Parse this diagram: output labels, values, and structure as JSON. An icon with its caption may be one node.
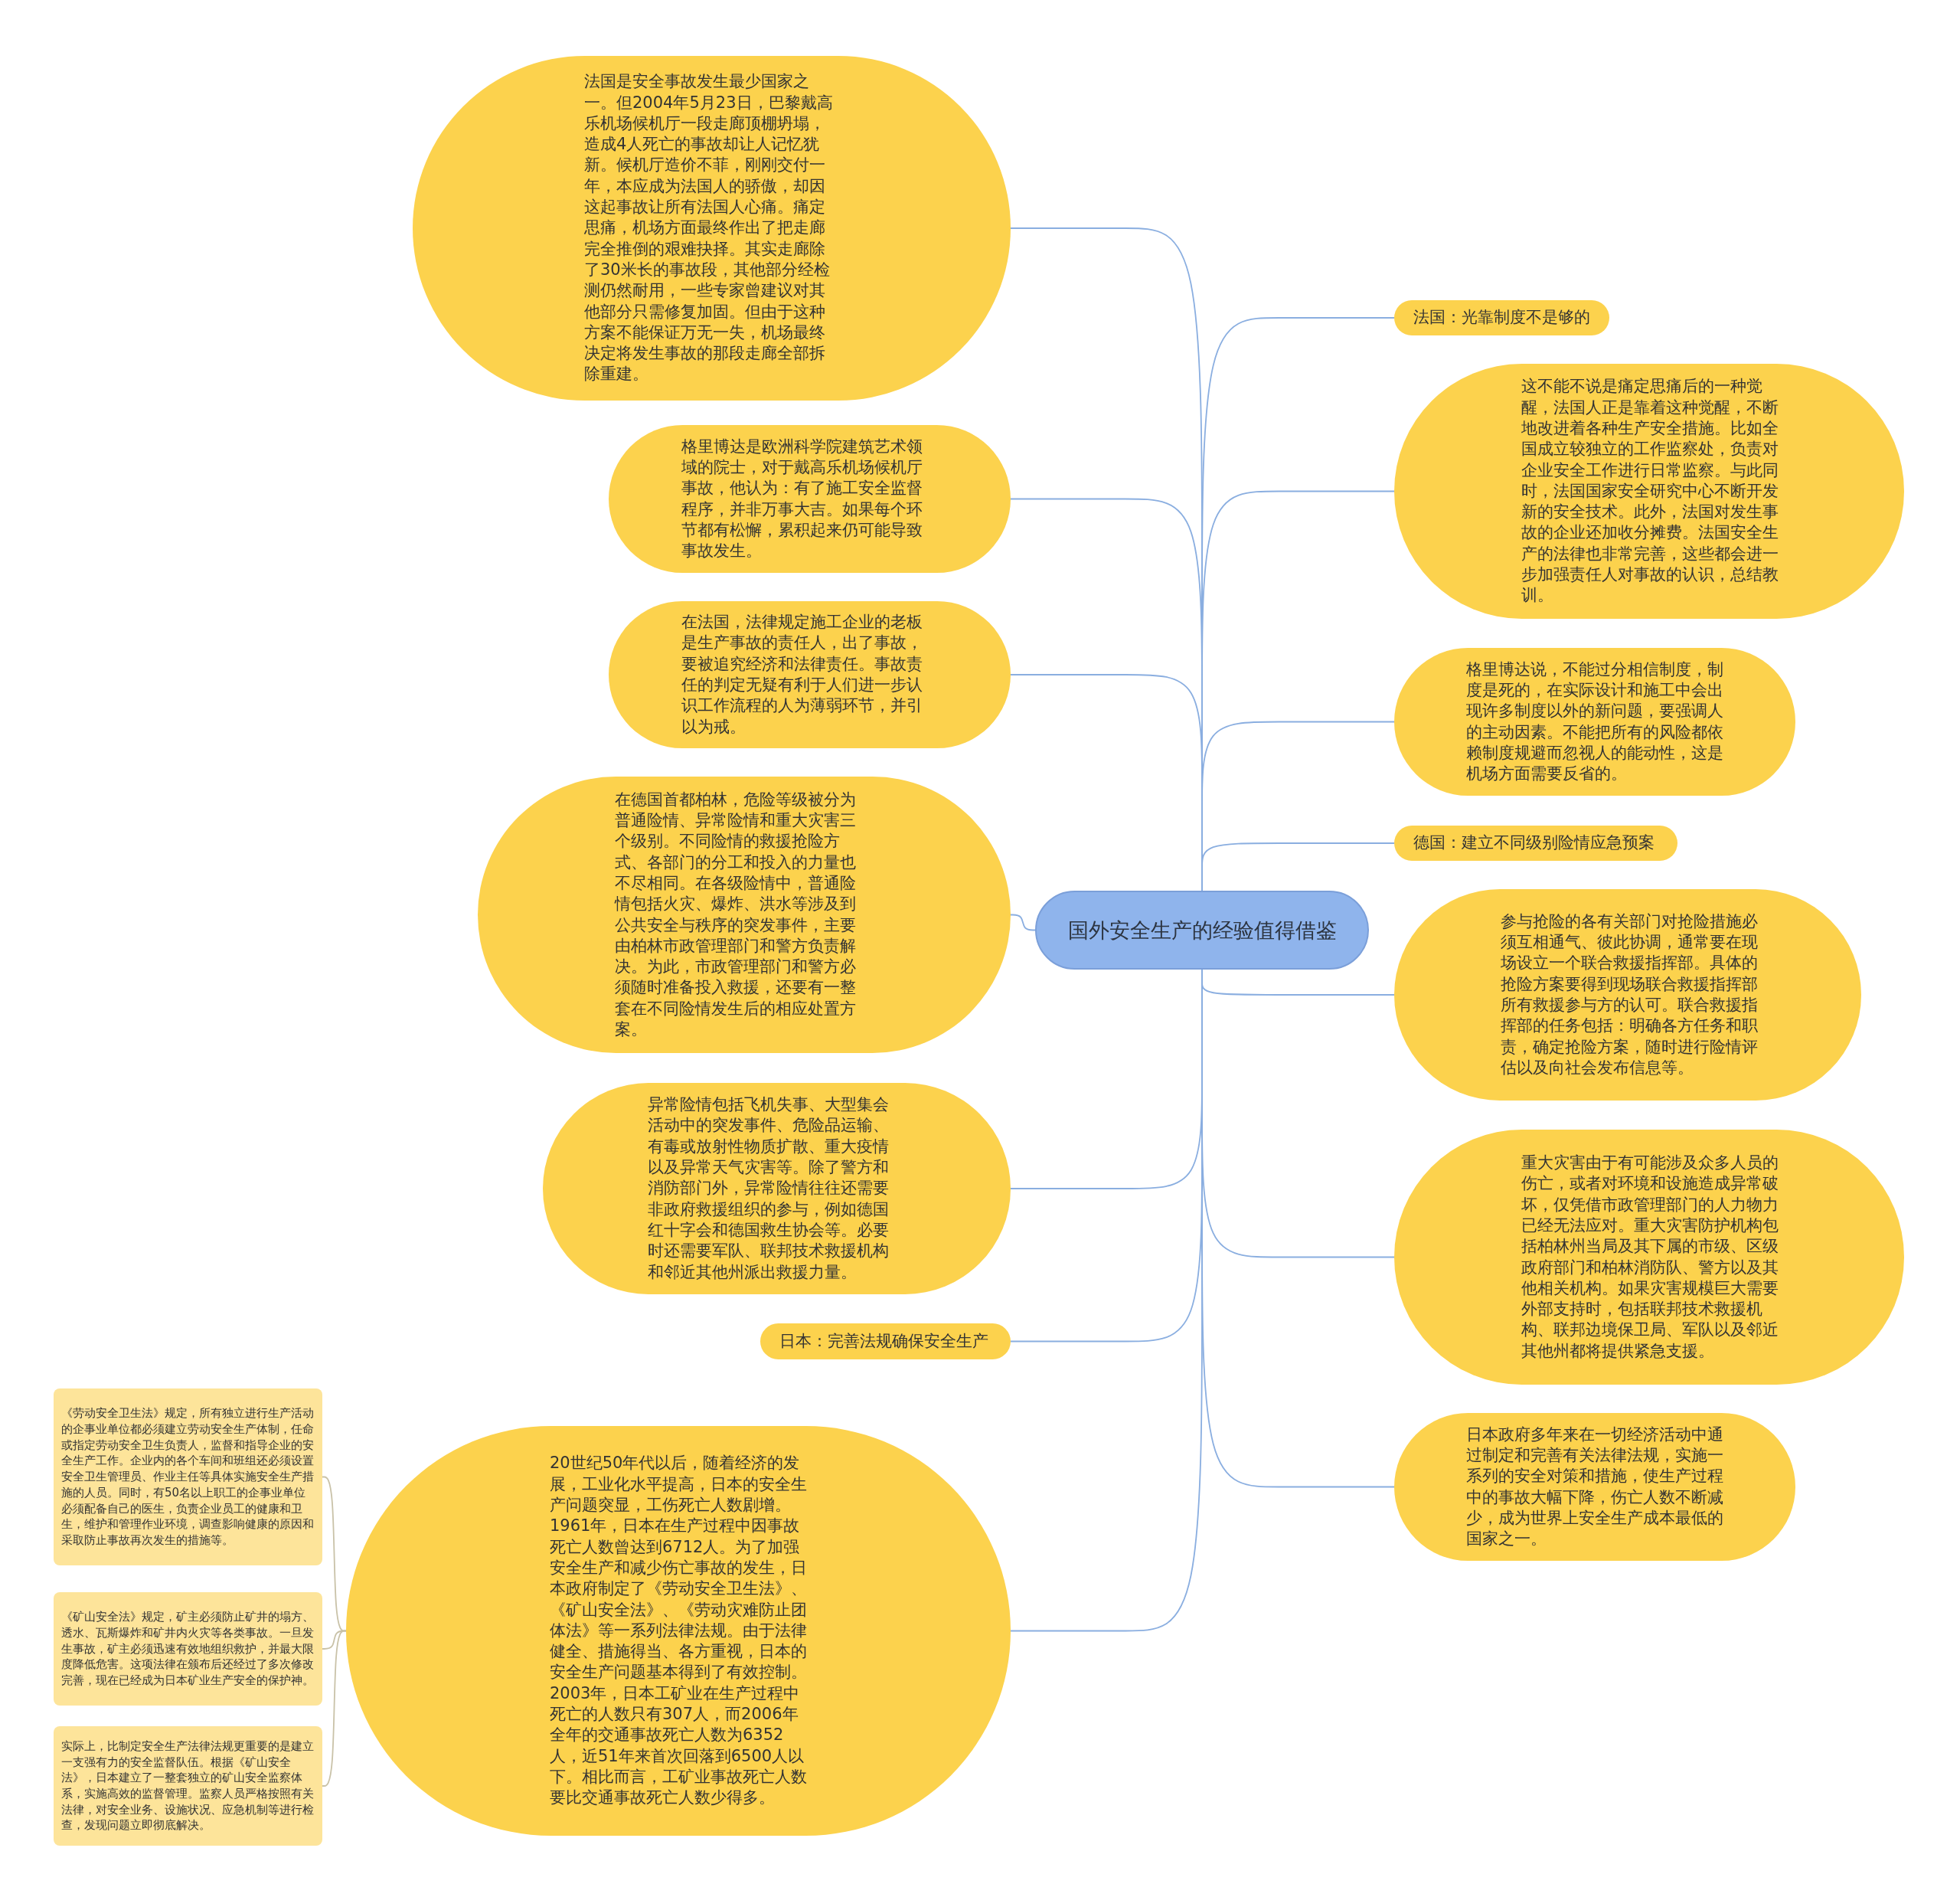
{
  "diagram": {
    "nodes": [
      {
        "text": [
          "国外安全生产的经验值得借鉴"
        ]
      },
      {
        "text": [
          "法国是安全事故发生最少国家之一。但2004年5月23日，巴黎戴高乐机场候机厅一段走廊顶棚坍塌，造成4人死亡的事故却让人记忆犹新。候机厅造价不菲，刚刚交付一年，本应成为法国人的骄傲，却因这起事故让所有法国人心痛。痛定思痛，机场方面最终作出了把走廊完全推倒的艰难抉择。其实走廊除了30米长的事故段，其他部分经检测仍然耐用，一些专家曾建议对其他部分只需修复加固。但由于这种方案不能保证万无一失，机场最终决定将发生事故的那段走廊全部拆除重建。"
        ]
      },
      {
        "text": [
          "格里博达是欧洲科学院建筑艺术领域的院士，对于戴高乐机场候机厅事故，他认为：有了施工安全监督程序，并非万事大吉。如果每个环节都有松懈，累积起来仍可能导致事故发生。"
        ]
      },
      {
        "text": [
          "在法国，法律规定施工企业的老板是生产事故的责任人，出了事故，要被追究经济和法律责任。事故责任的判定无疑有利于人们进一步认识工作流程的人为薄弱环节，并引以为戒。"
        ]
      },
      {
        "text": [
          "在德国首都柏林，危险等级被分为普通险情、异常险情和重大灾害三个级别。不同险情的救援抢险方式、各部门的分工和投入的力量也不尽相同。在各级险情中，普通险情包括火灾、爆炸、洪水等涉及到公共安全与秩序的突发事件，主要由柏林市政管理部门和警方负责解决。为此，市政管理部门和警方必须随时准备投入救援，还要有一整套在不同险情发生后的相应处置方案。"
        ]
      },
      {
        "text": [
          "异常险情包括飞机失事、大型集会活动中的突发事件、危险品运输、有毒或放射性物质扩散、重大疫情以及异常天气灾害等。除了警方和消防部门外，异常险情往往还需要非政府救援组织的参与，例如德国红十字会和德国救生协会等。必要时还需要军队、联邦技术救援机构和邻近其他州派出救援力量。"
        ]
      },
      {
        "text": [
          "日本：完善法规确保安全生产"
        ]
      },
      {
        "text": [
          "20世纪50年代以后，随着经济的发展，工业化水平提高，日本的安全生产问题突显，工伤死亡人数剧增。1961年，日本在生产过程中因事故死亡人数曾达到6712人。为了加强安全生产和减少伤亡事故的发生，日本政府制定了《劳动安全卫生法》、《矿山安全法》、《劳动灾难防止团体法》等一系列法律法规。由于法律健全、措施得当、各方重视，日本的安全生产问题基本得到了有效控制。2003年，日本工矿业在生产过程中死亡的人数只有307人，而2006年全年的交通事故死亡人数为6352人，近51年来首次回落到6500人以下。相比而言，工矿业事故死亡人数要比交通事故死亡人数少得多。"
        ]
      },
      {
        "text": [
          "《劳动安全卫生法》规定，所有独立进行生产活动的企事业单位都必须建立劳动安全生产体制，任命或指定劳动安全卫生负责人，监督和指导企业的安全生产工作。企业内的各个车间和班组还必须设置安全卫生管理员、作业主任等具体实施安全生产措施的人员。同时，有50名以上职工的企事业单位必须配备自己的医生，负责企业员工的健康和卫生，维护和管理作业环境，调查影响健康的原因和采取防止事故再次发生的措施等。"
        ]
      },
      {
        "text": [
          "《矿山安全法》规定，矿主必须防止矿井的塌方、透水、瓦斯爆炸和矿井内火灾等各类事故。一旦发生事故，矿主必须迅速有效地组织救护，并最大限度降低危害。这项法律在颁布后还经过了多次修改完善，现在已经成为日本矿业生产安全的保护神。"
        ]
      },
      {
        "text": [
          "实际上，比制定安全生产法律法规更重要的是建立一支强有力的安全监督队伍。根据《矿山安全法》，日本建立了一整套独立的矿山安全监察体系，实施高效的监督管理。监察人员严格按照有关法律，对安全业务、设施状况、应急机制等进行检查，发现问题立即彻底解决。"
        ]
      },
      {
        "text": [
          "法国：光靠制度不是够的"
        ]
      },
      {
        "text": [
          "这不能不说是痛定思痛后的一种觉醒，法国人正是靠着这种觉醒，不断地改进着各种生产安全措施。比如全国成立较独立的工作监察处，负责对企业安全工作进行日常监察。与此同时，法国国家安全研究中心不断开发新的安全技术。此外，法国对发生事故的企业还加收分摊费。法国安全生产的法律也非常完善，这些都会进一步加强责任人对事故的认识，总结教训。"
        ]
      },
      {
        "text": [
          "格里博达说，不能过分相信制度，制度是死的，在实际设计和施工中会出现许多制度以外的新问题，要强调人的主动因素。不能把所有的风险都依赖制度规避而忽视人的能动性，这是机场方面需要反省的。"
        ]
      },
      {
        "text": [
          "德国：建立不同级别险情应急预案"
        ]
      },
      {
        "text": [
          "参与抢险的各有关部门对抢险措施必须互相通气、彼此协调，通常要在现场设立一个联合救援指挥部。具体的抢险方案要得到现场联合救援指挥部所有救援参与方的认可。联合救援指挥部的任务包括：明确各方任务和职责，确定抢险方案，随时进行险情评估以及向社会发布信息等。"
        ]
      },
      {
        "text": [
          "重大灾害由于有可能涉及众多人员的伤亡，或者对环境和设施造成异常破坏，仅凭借市政管理部门的人力物力已经无法应对。重大灾害防护机构包括柏林州当局及其下属的市级、区级政府部门和柏林消防队、警方以及其他相关机构。如果灾害规模巨大需要外部支持时，包括联邦技术救援机构、联邦边境保卫局、军队以及邻近其他州都将提供紧急支援。"
        ]
      },
      {
        "text": [
          "日本政府多年来在一切经济活动中通过制定和完善有关法律法规，实施一系列的安全对策和措施，使生产过程中的事故大幅下降，伤亡人数不断减少，成为世界上安全生产成本最低的国家之一。"
        ]
      }
    ],
    "edges": [
      {
        "from": 0,
        "to": 1,
        "arrow": "none"
      },
      {
        "from": 0,
        "to": 2,
        "arrow": "none"
      },
      {
        "from": 0,
        "to": 3,
        "arrow": "none"
      },
      {
        "from": 0,
        "to": 4,
        "arrow": "none"
      },
      {
        "from": 0,
        "to": 5,
        "arrow": "none"
      },
      {
        "from": 0,
        "to": 6,
        "arrow": "none"
      },
      {
        "from": 0,
        "to": 7,
        "arrow": "none"
      },
      {
        "from": 7,
        "to": 8,
        "arrow": "none",
        "color": "#c9c2a8"
      },
      {
        "from": 7,
        "to": 9,
        "arrow": "none",
        "color": "#c9c2a8"
      },
      {
        "from": 7,
        "to": 10,
        "arrow": "none",
        "color": "#c9c2a8"
      },
      {
        "from": 0,
        "to": 11,
        "arrow": "none"
      },
      {
        "from": 0,
        "to": 12,
        "arrow": "none"
      },
      {
        "from": 0,
        "to": 13,
        "arrow": "none"
      },
      {
        "from": 0,
        "to": 14,
        "arrow": "none"
      },
      {
        "from": 0,
        "to": 15,
        "arrow": "none"
      },
      {
        "from": 0,
        "to": 16,
        "arrow": "none"
      },
      {
        "from": 0,
        "to": 17,
        "arrow": "none"
      }
    ]
  }
}
